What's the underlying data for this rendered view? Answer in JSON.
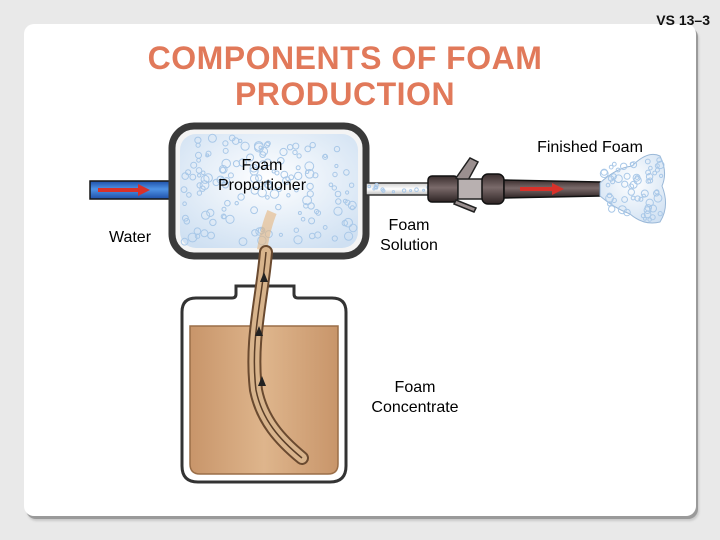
{
  "slide": {
    "id": "VS 13–3",
    "title_line1": "COMPONENTS OF FOAM",
    "title_line2": "PRODUCTION"
  },
  "labels": {
    "finished_foam": "Finished Foam",
    "foam_proportioner_line1": "Foam",
    "foam_proportioner_line2": "Proportioner",
    "water": "Water",
    "foam_solution_line1": "Foam",
    "foam_solution_line2": "Solution",
    "foam_concentrate_line1": "Foam",
    "foam_concentrate_line2": "Concentrate"
  },
  "colors": {
    "title": "#e1795a",
    "water_pipe": "#3d7dd8",
    "concentrate": "#d4a77a",
    "flow_arrow": "#d8312a",
    "nozzle": "#5a4a4a",
    "foam_bubbles": "#a9c8e8"
  }
}
